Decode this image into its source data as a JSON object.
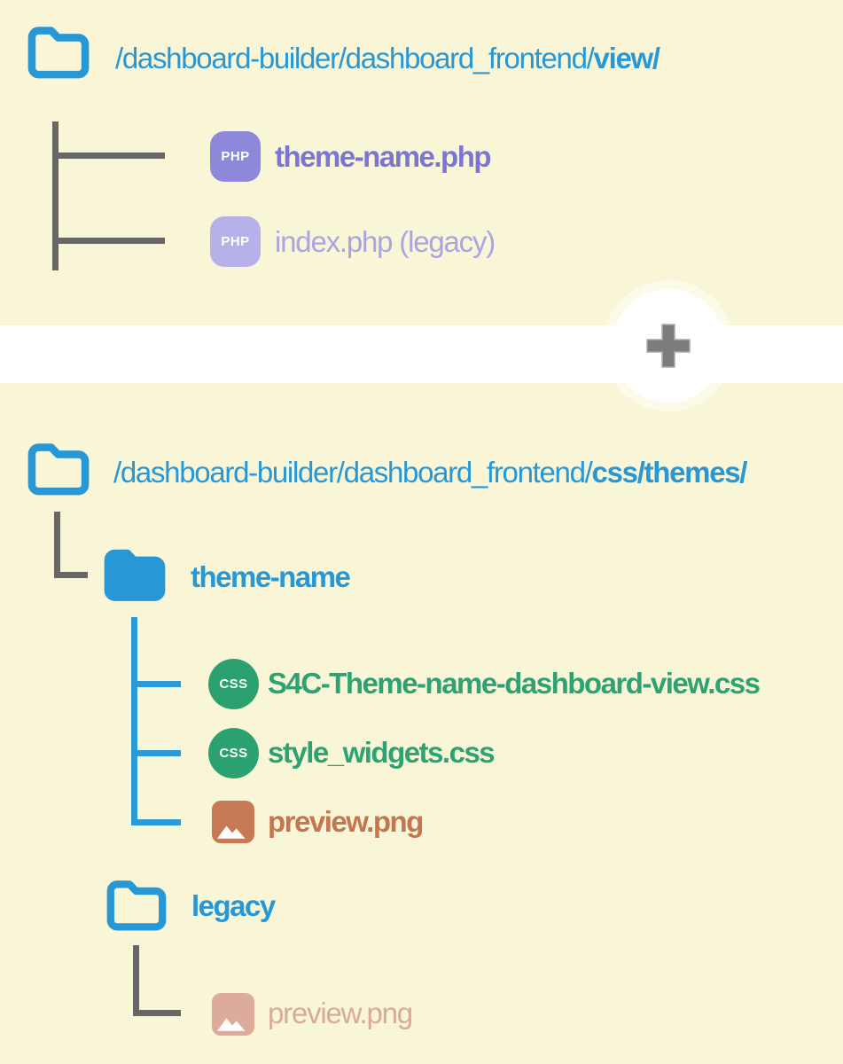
{
  "colors": {
    "background": "#f9f6d8",
    "divider_band": "#ffffff",
    "accent_blue": "#2797d5",
    "php_purple": "#7c75d3",
    "php_purple_faded": "#aaa5e1",
    "css_green": "#2da273",
    "image_terracotta": "#c3764f",
    "image_terracotta_faded": "#d8a99c",
    "tree_gray": "#676767",
    "plus_gray": "#7c7c7c"
  },
  "icons": {
    "php_label": "PHP",
    "css_label": "CSS"
  },
  "top": {
    "path_prefix": "/dashboard-builder/dashboard_frontend/",
    "path_bold": "view/",
    "rows": [
      {
        "label": "theme-name.php",
        "faded": false
      },
      {
        "label": "index.php (legacy)",
        "faded": true
      }
    ]
  },
  "bottom": {
    "path_prefix": "/dashboard-builder/dashboard_frontend/",
    "path_bold": "css/themes/",
    "theme_folder": {
      "name": "theme-name",
      "files": [
        {
          "label": "S4C-Theme-name-dashboard-view.css",
          "type": "css"
        },
        {
          "label": "style_widgets.css",
          "type": "css"
        },
        {
          "label": "preview.png",
          "type": "image"
        }
      ]
    },
    "legacy_folder": {
      "name": "legacy",
      "files": [
        {
          "label": "preview.png",
          "type": "image",
          "faded": true
        }
      ]
    }
  }
}
